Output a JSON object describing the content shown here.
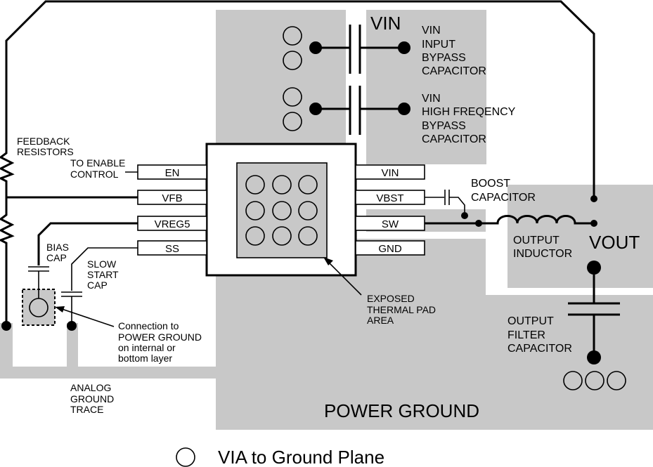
{
  "pins_left": [
    "EN",
    "VFB",
    "VREG5",
    "SS"
  ],
  "pins_right": [
    "VIN",
    "VBST",
    "SW",
    "GND"
  ],
  "labels": {
    "vin_big": "VIN",
    "vout_big": "VOUT",
    "vin_input_cap": [
      "VIN",
      "INPUT",
      "BYPASS",
      "CAPACITOR"
    ],
    "vin_hf_cap": [
      "VIN",
      "HIGH FREQENCY",
      "BYPASS",
      "CAPACITOR"
    ],
    "feedback": [
      "FEEDBACK",
      "RESISTORS"
    ],
    "enable": [
      "TO ENABLE",
      "CONTROL"
    ],
    "bias_cap": [
      "BIAS",
      "CAP"
    ],
    "slow_start": [
      "SLOW",
      "START",
      "CAP"
    ],
    "connection": [
      "Connection to",
      "POWER GROUND",
      "on internal or",
      "bottom layer"
    ],
    "analog_ground": [
      "ANALOG",
      "GROUND",
      "TRACE"
    ],
    "thermal_pad": [
      "EXPOSED",
      "THERMAL PAD",
      "AREA"
    ],
    "boost_cap": [
      "BOOST",
      "CAPACITOR"
    ],
    "output_inductor": [
      "OUTPUT",
      "INDUCTOR"
    ],
    "output_filter": [
      "OUTPUT",
      "FILTER",
      "CAPACITOR"
    ],
    "power_ground": "POWER GROUND"
  },
  "legend": {
    "via_icon": "via-circle-icon",
    "text": "VIA to Ground Plane"
  },
  "colors": {
    "copper": "#c8c8c8",
    "line": "#000000",
    "background": "#ffffff"
  }
}
